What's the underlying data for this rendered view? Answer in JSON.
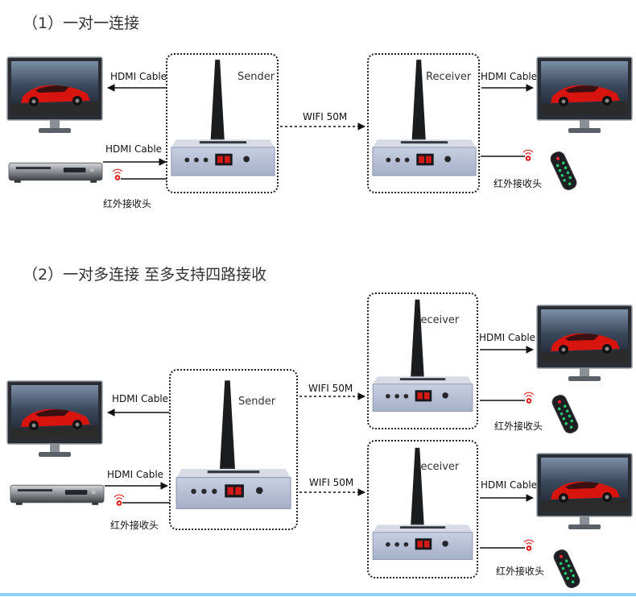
{
  "sections": [
    {
      "title": "（1）一对一连接"
    },
    {
      "title": "（2）一对多连接  至多支持四路接收"
    }
  ],
  "labels": {
    "sender": "Sender",
    "receiver": "Receiver",
    "hdmi_cable": "HDMI Cable",
    "wifi": "WIFI 50M",
    "ir_receiver": "红外接收头"
  },
  "colors": {
    "line": "#111111",
    "ir_red": "#e02020",
    "device_body": "#b9c1d6",
    "display_red": "#e81818",
    "bottom_rule": "#8fd0f5"
  }
}
